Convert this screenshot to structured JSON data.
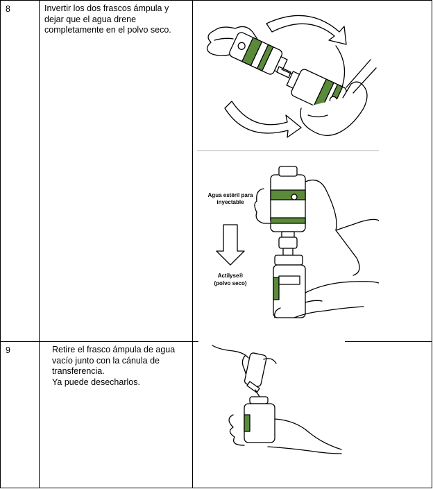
{
  "steps": [
    {
      "number": "8",
      "text": "Invertir los dos frascos ámpula y dejar que el agua drene completamente en el polvo seco."
    },
    {
      "number": "9",
      "text": "Retire el frasco ámpula de agua vacío junto con la cánula de transferencia.\nYa puede desecharlos."
    }
  ],
  "figure_labels": {
    "water_vial": "Agua estéril para inyectable",
    "powder_vial_name": "Actilyse®",
    "powder_vial_desc": "(polvo seco)"
  },
  "colors": {
    "border": "#000000",
    "vial_stripe": "#5a8a3a",
    "separator": "#b0b0b0"
  }
}
